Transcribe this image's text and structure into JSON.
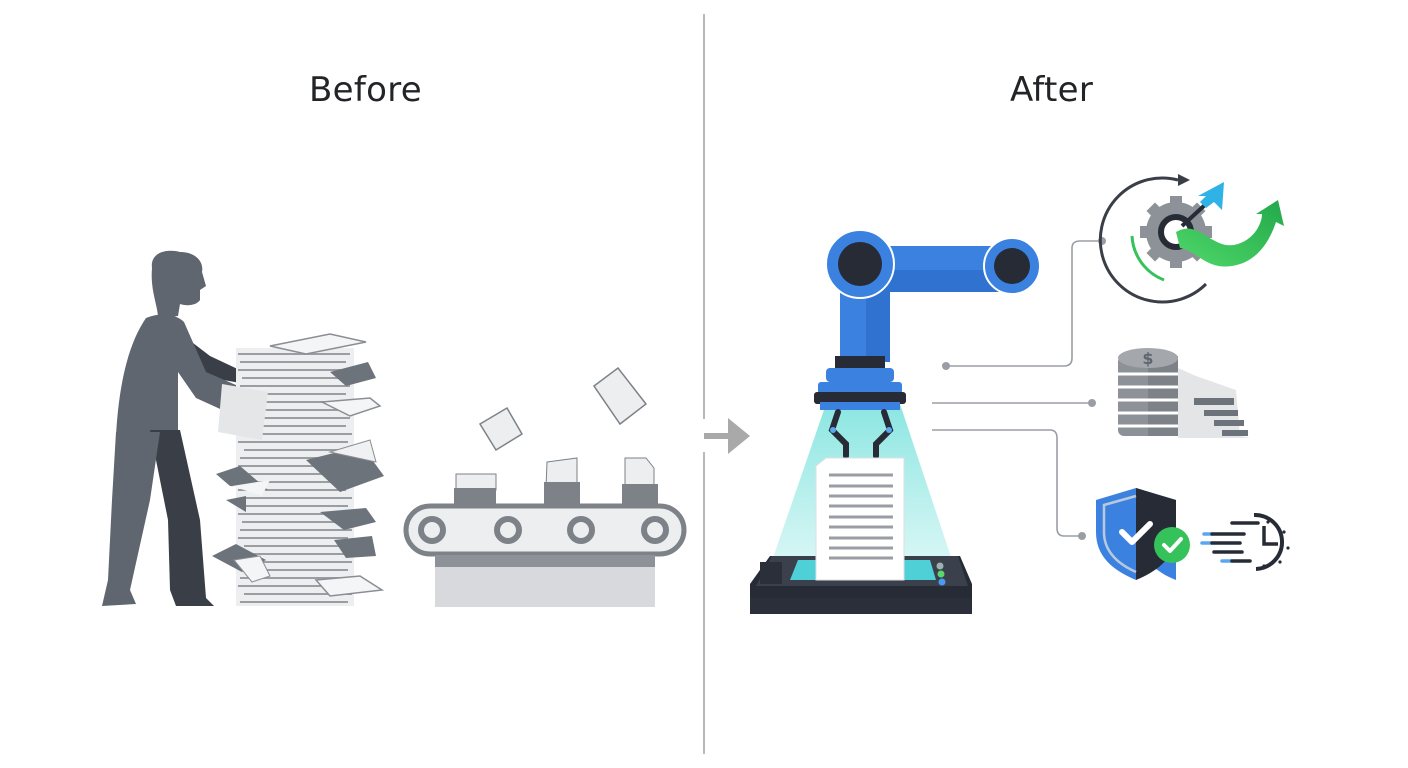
{
  "diagram": {
    "type": "before-after comparison",
    "panels": [
      {
        "title": "Before",
        "elements": [
          "person-manually-handling-paper-stack",
          "messy-paper-stack",
          "flying-loose-papers",
          "conveyor-belt-with-documents"
        ]
      },
      {
        "title": "After",
        "elements": [
          "robotic-arm",
          "document-scanner",
          "scan-light-beam",
          "scanned-document"
        ],
        "outcomes": [
          {
            "icon": "gear-growth-arrow-icon",
            "meaning": "efficiency / growth"
          },
          {
            "icon": "coin-stack-icon",
            "meaning": "cost savings"
          },
          {
            "icon": "shield-check-icon",
            "meaning": "security / compliance"
          },
          {
            "icon": "fast-clock-icon",
            "meaning": "speed / time saved"
          }
        ]
      }
    ],
    "transition": "arrow-right",
    "colors": {
      "text": "#222428",
      "divider": "#b8b8b8",
      "slate": "#5f6670",
      "slate_dark": "#3a3f47",
      "robot_blue": "#3b82e0",
      "robot_blue_dark": "#2563c4",
      "robot_joint": "#262b36",
      "beam": "#a8ece8",
      "scanner_screen": "#4fd0d6",
      "green": "#36c25a",
      "sky": "#2fb2e6"
    }
  }
}
